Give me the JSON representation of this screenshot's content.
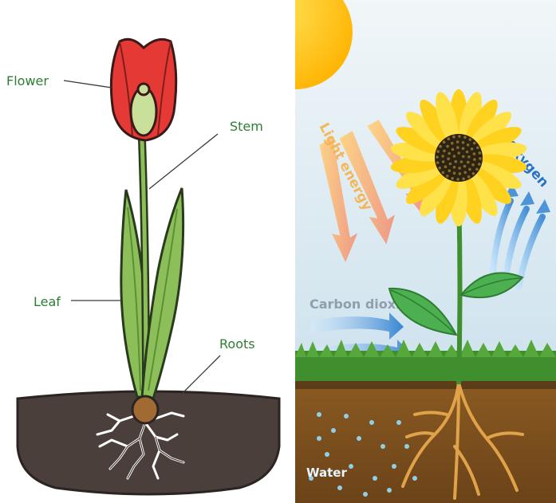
{
  "left_diagram": {
    "labels": {
      "flower": "Flower",
      "stem": "Stem",
      "leaf": "Leaf",
      "roots": "Roots"
    }
  },
  "right_diagram": {
    "labels": {
      "light_energy": "Light energy",
      "oxygen": "Oxygen",
      "carbon_dioxide": "Carbon dioxide",
      "water": "Water"
    }
  },
  "colors": {
    "label_green": "#2e7d32",
    "petal_red": "#e53935",
    "soil_dark": "#4a3f3a",
    "sky": "#dbe9f1",
    "sun": "#ffd21f",
    "grass": "#3f8f2f",
    "soil_brown": "#7b4f1d"
  }
}
